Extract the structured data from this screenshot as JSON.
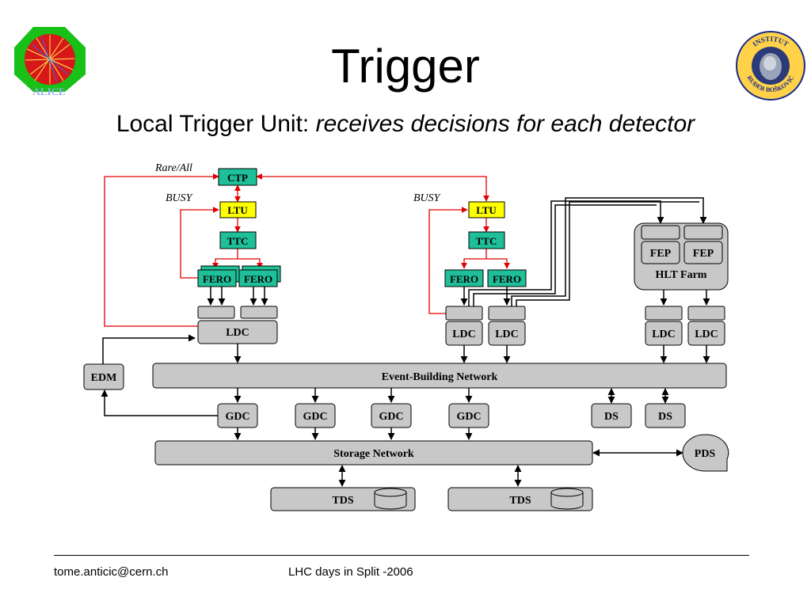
{
  "slide": {
    "title": "Trigger",
    "subtitle_prefix": "Local Trigger Unit: ",
    "subtitle_italic": "receives decisions for each detector",
    "footer_left": "tome.anticic@cern.ch",
    "footer_center": "LHC days in Split -2006"
  },
  "logos": {
    "left_label": "ALICE",
    "right_top_text": "INSTITUT",
    "right_bottom_text": "RUĐER BOŠKOVIĆ"
  },
  "diagram": {
    "ctp": "CTP",
    "ltu": "LTU",
    "ttc": "TTC",
    "fero": "FERO",
    "fep": "FEP",
    "ldc": "LDC",
    "gdc": "GDC",
    "ds": "DS",
    "edm": "EDM",
    "pds": "PDS",
    "tds": "TDS",
    "hlt_farm": "HLT Farm",
    "event_building_network": "Event-Building Network",
    "storage_network": "Storage Network",
    "rare_all": "Rare/All",
    "busy": "BUSY"
  },
  "colors": {
    "trigger_green": "#1fbf99",
    "ltu_yellow": "#ffff00",
    "box_gray": "#c8c8c8",
    "signal_red": "#e00000"
  }
}
